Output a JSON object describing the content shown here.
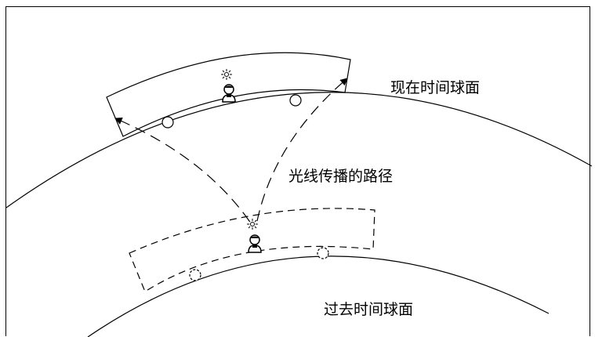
{
  "labels": {
    "present_sphere": "现在时间球面",
    "light_path": "光线传播的路径",
    "past_sphere": "过去时间球面"
  },
  "colors": {
    "stroke": "#000000",
    "background": "#ffffff"
  },
  "icons": {
    "observer": "person-figure-icon",
    "light_source": "sun-burst-icon",
    "marker": "circle-marker-icon"
  }
}
